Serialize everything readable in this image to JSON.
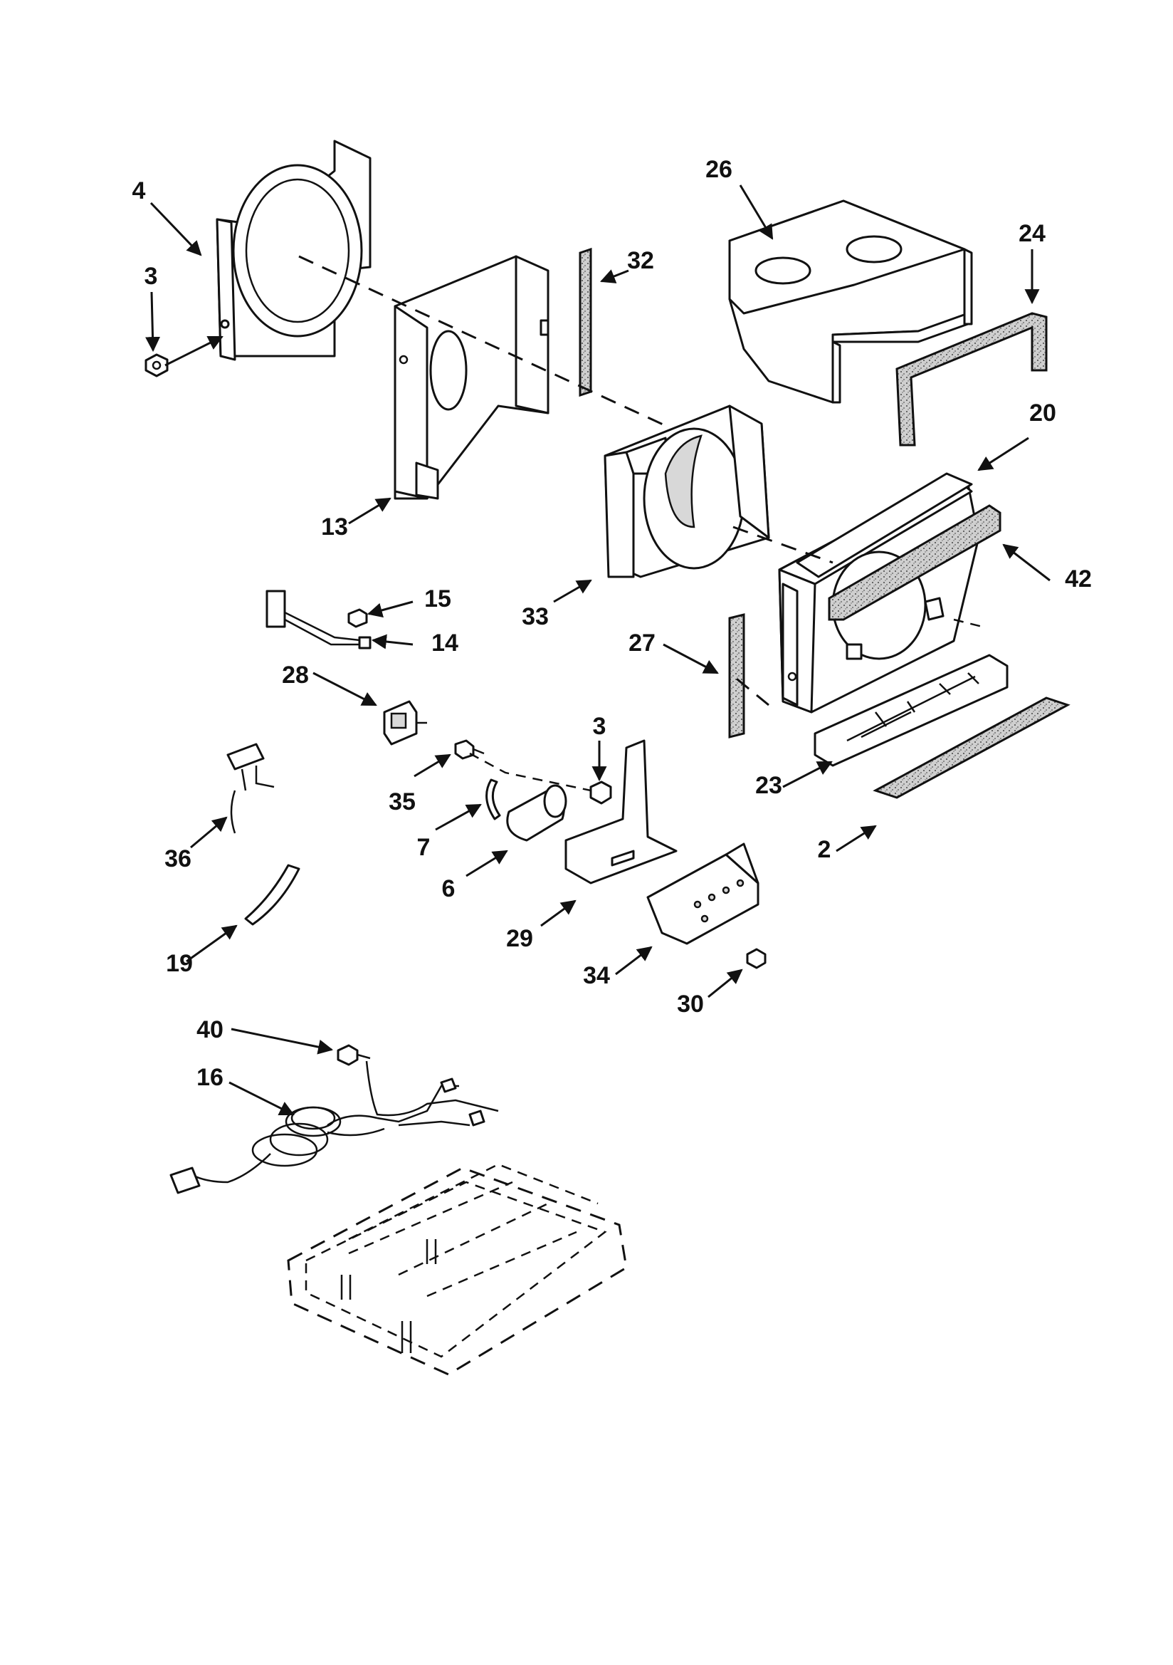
{
  "diagram": {
    "callouts": {
      "c4": "4",
      "c3a": "3",
      "c13": "13",
      "c32": "32",
      "c26": "26",
      "c24": "24",
      "c20": "20",
      "c42": "42",
      "c33": "33",
      "c15": "15",
      "c14": "14",
      "c28": "28",
      "c27": "27",
      "c35": "35",
      "c3b": "3",
      "c7": "7",
      "c6": "6",
      "c36": "36",
      "c23": "23",
      "c2": "2",
      "c29": "29",
      "c19": "19",
      "c34": "34",
      "c30": "30",
      "c40": "40",
      "c16": "16"
    }
  }
}
